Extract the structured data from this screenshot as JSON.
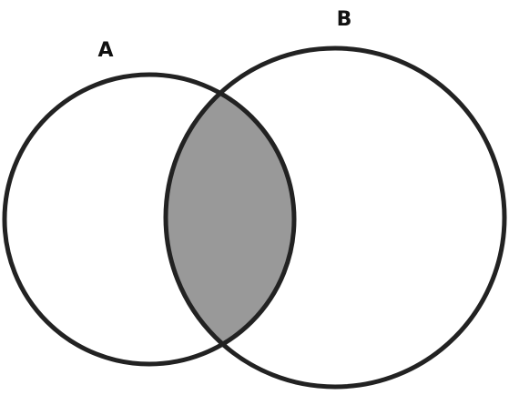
{
  "diagram": {
    "type": "venn",
    "sets": [
      {
        "id": "a",
        "label": "A"
      },
      {
        "id": "b",
        "label": "B"
      }
    ],
    "shaded_region": "intersection",
    "colors": {
      "background": "#ffffff",
      "outline": "#222222",
      "shade": "#999999",
      "label": "#111111"
    }
  }
}
